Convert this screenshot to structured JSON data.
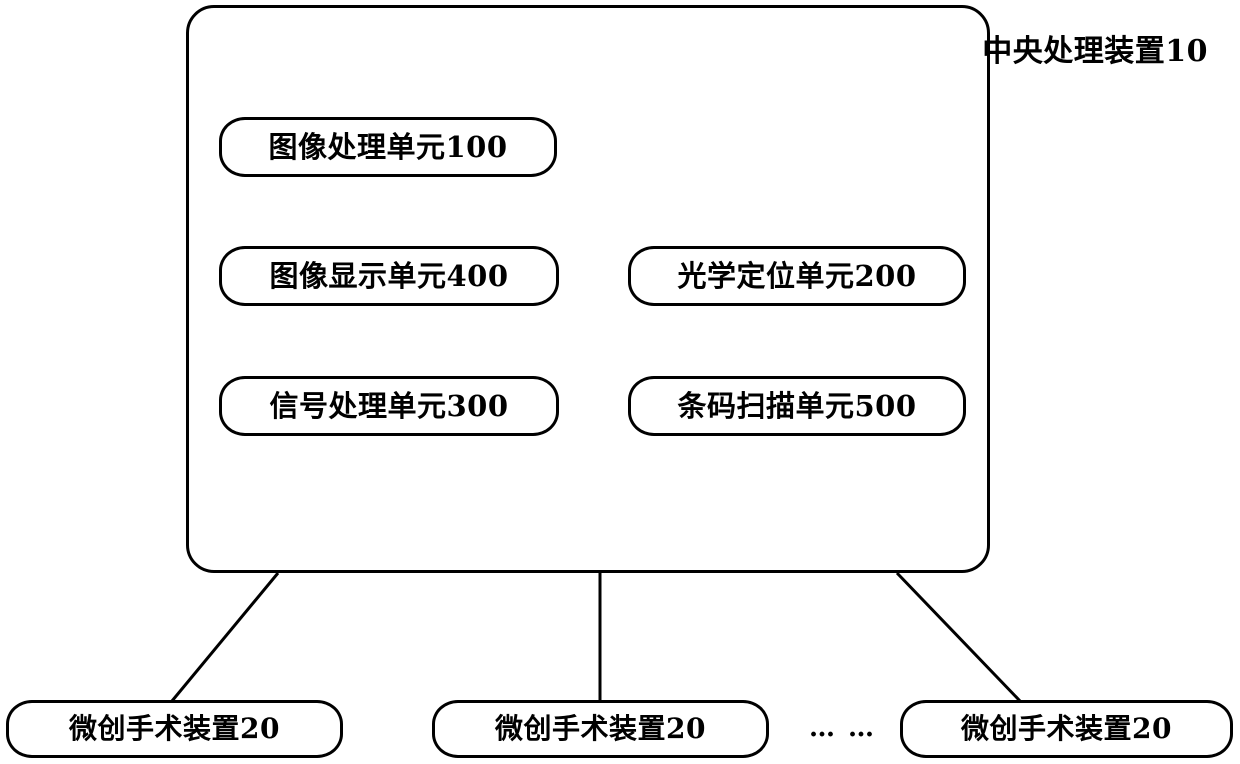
{
  "diagram": {
    "title": "中央处理装置10",
    "background_color": "#ffffff",
    "line_color": "#000000",
    "container": {
      "label": "中央处理装置10"
    },
    "nodes": [
      {
        "id": "image-processing",
        "label": "图像处理单元100"
      },
      {
        "id": "image-display",
        "label": "图像显示单元400"
      },
      {
        "id": "optical-positioning",
        "label": "光学定位单元200"
      },
      {
        "id": "signal-processing",
        "label": "信号处理单元300"
      },
      {
        "id": "barcode-scanning",
        "label": "条码扫描单元500"
      }
    ],
    "devices": [
      {
        "id": "surgery-left",
        "label": "微创手术装置20"
      },
      {
        "id": "surgery-center",
        "label": "微创手术装置20"
      },
      {
        "id": "surgery-right",
        "label": "微创手术装置20"
      }
    ],
    "ellipsis": "…  …",
    "connections": [
      {
        "from": "image-processing",
        "to": "image-display",
        "kind": "vertical"
      },
      {
        "from": "image-display",
        "to": "signal-processing",
        "kind": "vertical"
      },
      {
        "from": "image-display",
        "to": "optical-positioning",
        "kind": "horizontal"
      },
      {
        "from": "signal-processing",
        "to": "barcode-scanning",
        "kind": "horizontal"
      },
      {
        "from": "container",
        "to": "surgery-left",
        "kind": "diagonal"
      },
      {
        "from": "container",
        "to": "surgery-center",
        "kind": "vertical"
      },
      {
        "from": "container",
        "to": "surgery-right",
        "kind": "diagonal"
      }
    ]
  }
}
